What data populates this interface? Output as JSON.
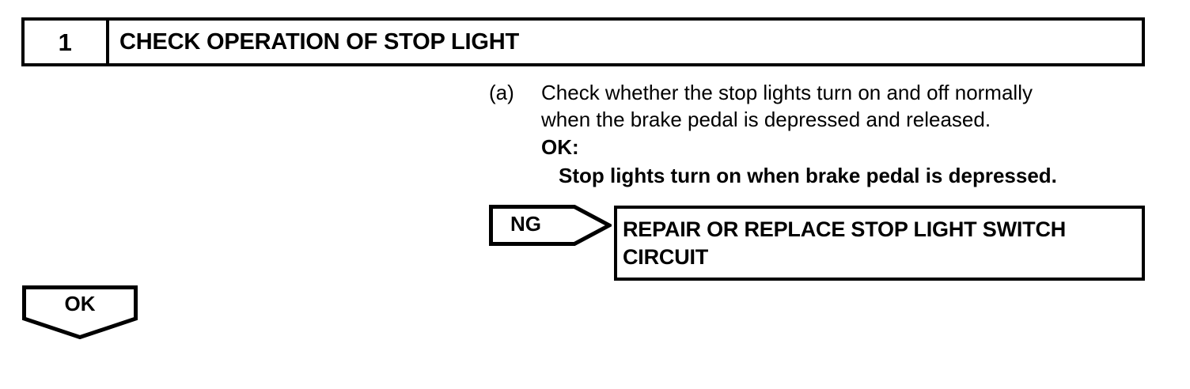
{
  "step": {
    "number": "1",
    "title": "CHECK OPERATION OF STOP LIGHT"
  },
  "procedure": {
    "marker": "(a)",
    "line1": "Check whether the stop lights turn on and off normally",
    "line2": "when the brake pedal is depressed and released.",
    "ok_label": "OK:",
    "ok_value": "Stop lights turn on when brake pedal is depressed."
  },
  "ng_branch": {
    "label": "NG",
    "result_line1": "REPAIR OR REPLACE STOP LIGHT SWITCH",
    "result_line2": "CIRCUIT"
  },
  "ok_branch": {
    "label": "OK"
  },
  "colors": {
    "ink": "#000000",
    "paper": "#ffffff"
  }
}
